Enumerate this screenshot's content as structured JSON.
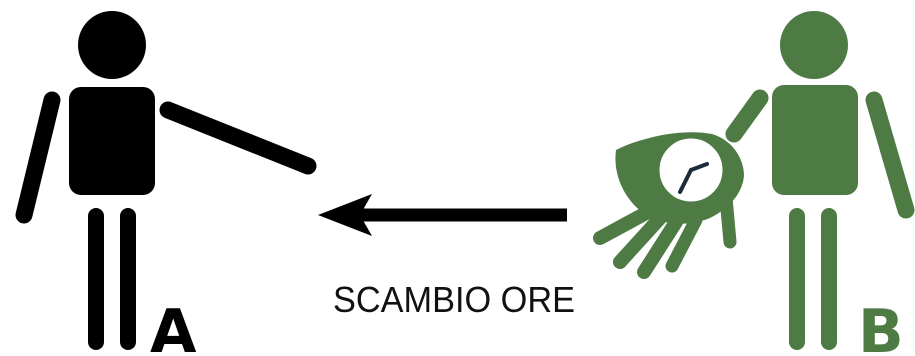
{
  "diagram": {
    "caption": "SCAMBIO ORE",
    "person_a": {
      "label": "A"
    },
    "person_b": {
      "label": "B"
    }
  },
  "colors": {
    "person_a": "#000000",
    "person_b": "#4e7a44",
    "arrow": "#000000",
    "clock_face": "#ffffff",
    "clock_hands": "#1c2a3a",
    "background": "#ffffff"
  },
  "icons": {
    "person_a": "person-icon",
    "person_b": "person-icon",
    "arrow": "arrow-left-icon",
    "hand_clock": "hand-with-clock-icon"
  }
}
